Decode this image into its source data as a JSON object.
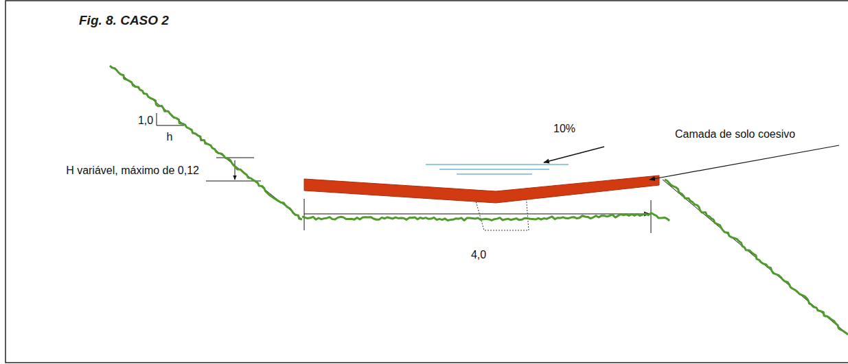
{
  "diagram": {
    "title": "Fig. 8. CASO 2",
    "labels": [
      "1,0",
      "h",
      "H variável, máximo de 0,12",
      "10%",
      "Camada de solo coesivo",
      "4,0"
    ]
  }
}
